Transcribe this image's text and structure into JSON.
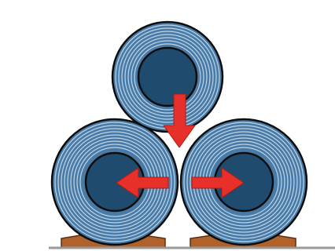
{
  "diagram": {
    "rolls": [
      {
        "id": "top",
        "role": "upper-roll",
        "arrow_direction": "down"
      },
      {
        "id": "left",
        "role": "lower-left-roll",
        "arrow_direction": "left"
      },
      {
        "id": "right",
        "role": "lower-right-roll",
        "arrow_direction": "right"
      }
    ],
    "supports": [
      "left-wedge",
      "right-wedge"
    ],
    "colors": {
      "roll_outer": "#4a7ba6",
      "roll_rings": "#bcd6ea",
      "roll_core": "#1f4b6e",
      "outline": "#0d0d0d",
      "arrow": "#e8302a",
      "arrow_edge": "#b01a14",
      "wedge": "#b0622a",
      "wedge_edge": "#5a2e10",
      "floor": "#9a9a9a"
    }
  }
}
